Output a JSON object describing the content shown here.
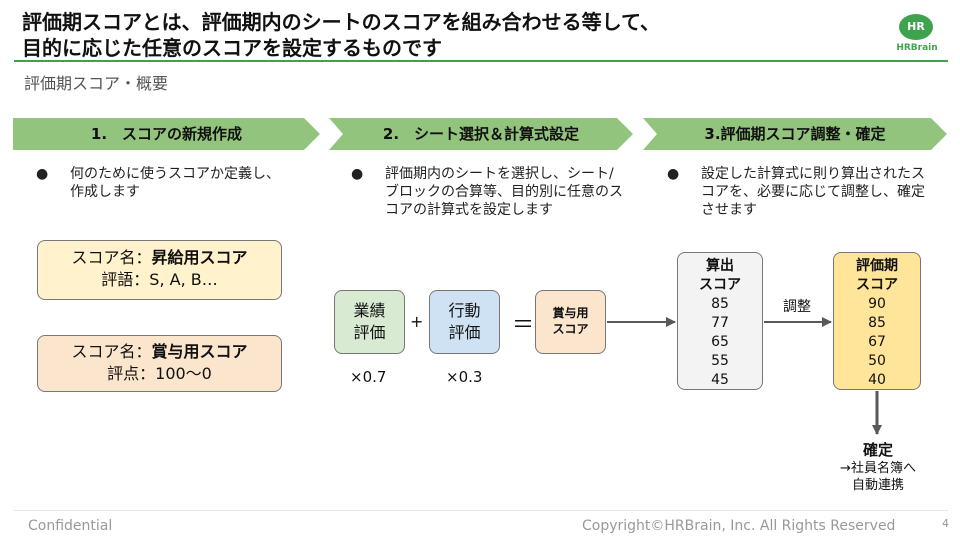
{
  "header": {
    "title_line1": "評価期スコアとは、評価期内のシートのスコアを組み合わせる等して、",
    "title_line2": "目的に応じた任意のスコアを設定するものです",
    "logo_mark": "HR",
    "logo_text": "HRBrain",
    "subtitle": "評価期スコア・概要"
  },
  "steps": [
    {
      "label": "1.　スコアの新規作成"
    },
    {
      "label": "2.　シート選択＆計算式設定"
    },
    {
      "label": "3.評価期スコア調整・確定"
    }
  ],
  "bullets": [
    {
      "marker": "●",
      "text": "何のために使うスコアか定義し、作成します"
    },
    {
      "marker": "●",
      "text": "評価期内のシートを選択し、シート/ブロックの合算等、目的別に任意のスコアの計算式を設定します"
    },
    {
      "marker": "●",
      "text": "設定した計算式に則り算出されたスコアを、必要に応じて調整し、確定させます"
    }
  ],
  "score_cards": [
    {
      "name_label": "スコア名：",
      "name_value": "昇給用スコア",
      "grade_label": "評語：",
      "grade_value": "S, A, B…"
    },
    {
      "name_label": "スコア名：",
      "name_value": "賞与用スコア",
      "grade_label": "評点：",
      "grade_value": "100〜0"
    }
  ],
  "formula": {
    "eval1_line1": "業績",
    "eval1_line2": "評価",
    "plus": "+",
    "eval2_line1": "行動",
    "eval2_line2": "評価",
    "equals": "＝",
    "result_line1": "賞与用",
    "result_line2": "スコア",
    "weight1": "×0.7",
    "weight2": "×0.3"
  },
  "calculated": {
    "head1": "算出",
    "head2": "スコア",
    "values": [
      "85",
      "77",
      "65",
      "55",
      "45"
    ]
  },
  "adjust_label": "調整",
  "final_scores": {
    "head1": "評価期",
    "head2": "スコア",
    "values": [
      "90",
      "85",
      "67",
      "50",
      "40"
    ]
  },
  "confirm": {
    "title": "確定",
    "sub1": "→社員名簿へ",
    "sub2": "自動連携"
  },
  "footer": {
    "left": "Confidential",
    "right": "Copyright©HRBrain, Inc. All Rights Reserved",
    "page": "4"
  },
  "colors": {
    "accent_green": "#3fa34d",
    "step_green": "#93c47d",
    "card_yellow": "#fff2cc",
    "card_orange": "#fce5cd",
    "eval_green": "#d9ead3",
    "eval_blue": "#cfe2f3",
    "final_yellow": "#ffe599"
  }
}
